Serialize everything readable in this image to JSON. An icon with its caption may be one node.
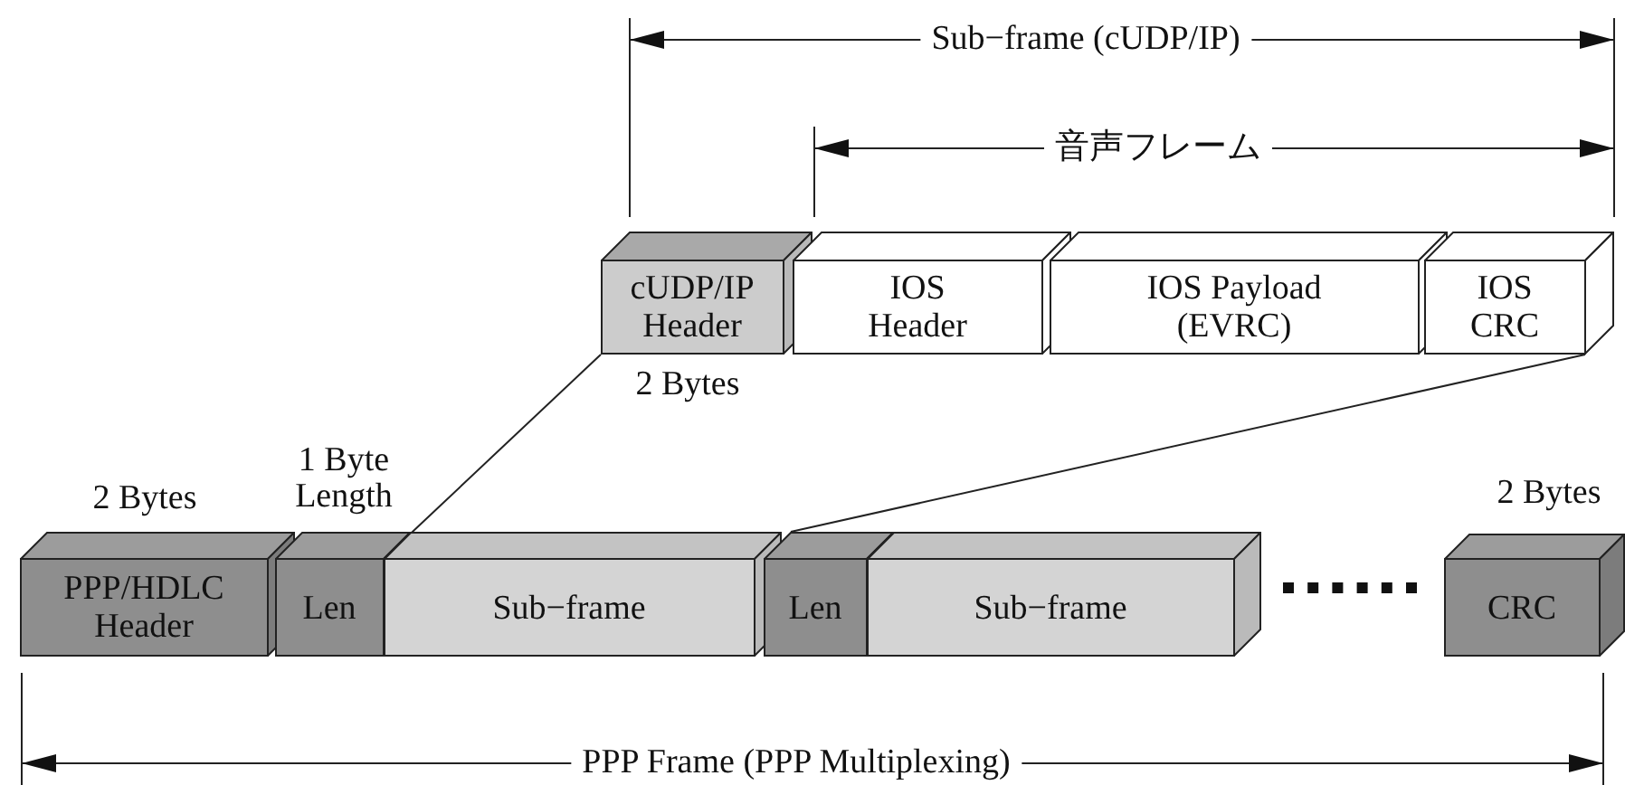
{
  "diagram": {
    "nodes": [
      {
        "text": [
          "cUDP/IP Header"
        ],
        "beside": [
          "2 Bytes"
        ]
      },
      {
        "text": [
          "IOS Header"
        ]
      },
      {
        "text": [
          "IOS Payload (EVRC)"
        ]
      },
      {
        "text": [
          "IOS CRC"
        ]
      },
      {
        "text": [
          "PPP/HDLC Header"
        ],
        "beside": [
          "2 Bytes"
        ]
      },
      {
        "text": [
          "Len"
        ],
        "beside": [
          "1 Byte Length"
        ]
      },
      {
        "text": [
          "Sub−frame"
        ]
      },
      {
        "text": [
          "Len"
        ]
      },
      {
        "text": [
          "Sub−frame"
        ]
      },
      {
        "text": [
          "CRC"
        ],
        "beside": [
          "2 Bytes"
        ]
      }
    ],
    "edges": [
      {
        "from": 0,
        "to": 6,
        "arrow": "none"
      },
      {
        "from": 3,
        "to": 7,
        "arrow": "none"
      }
    ],
    "labels": [
      "Sub−frame (cUDP/IP)",
      "音声フレーム",
      "PPP Frame (PPP Multiplexing)"
    ]
  }
}
